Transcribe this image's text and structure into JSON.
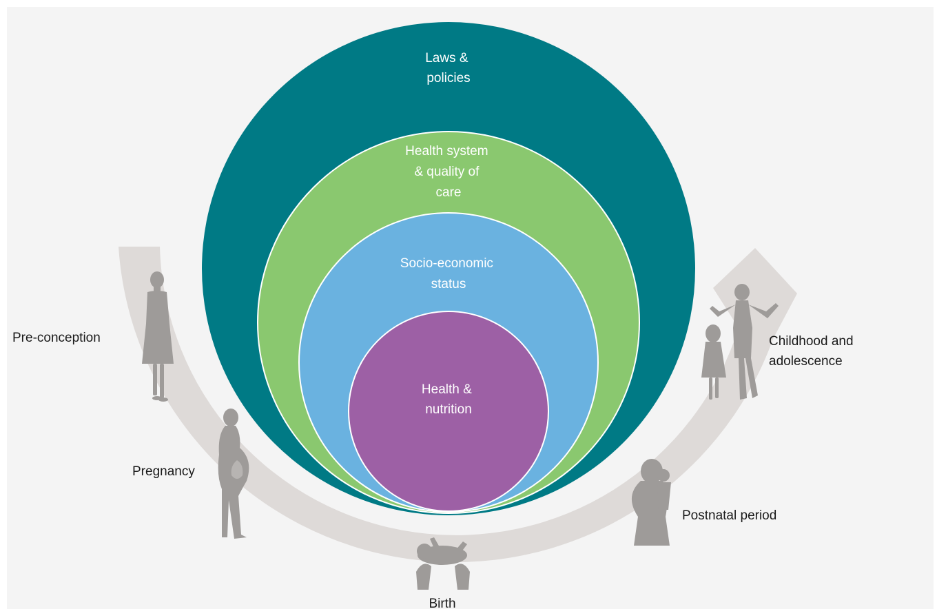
{
  "circles": [
    {
      "id": "laws",
      "lines": [
        "Laws &",
        "policies"
      ],
      "color": "#007a85"
    },
    {
      "id": "health-system",
      "lines": [
        "Health system",
        "& quality of",
        "care"
      ],
      "color": "#8ac86f"
    },
    {
      "id": "socio-economic",
      "lines": [
        "Socio-economic",
        "status"
      ],
      "color": "#6ab2e0"
    },
    {
      "id": "health-nutrition",
      "lines": [
        "Health &",
        "nutrition"
      ],
      "color": "#9d60a5"
    }
  ],
  "stages": {
    "preconception": "Pre-conception",
    "pregnancy": "Pregnancy",
    "birth": "Birth",
    "postnatal": "Postnatal period",
    "childhood_line1": "Childhood and",
    "childhood_line2": "adolescence"
  },
  "colors": {
    "background": "#f4f4f4",
    "arrow": "#dedad8",
    "figures": "#9e9b99",
    "text": "#1a1a1a"
  }
}
